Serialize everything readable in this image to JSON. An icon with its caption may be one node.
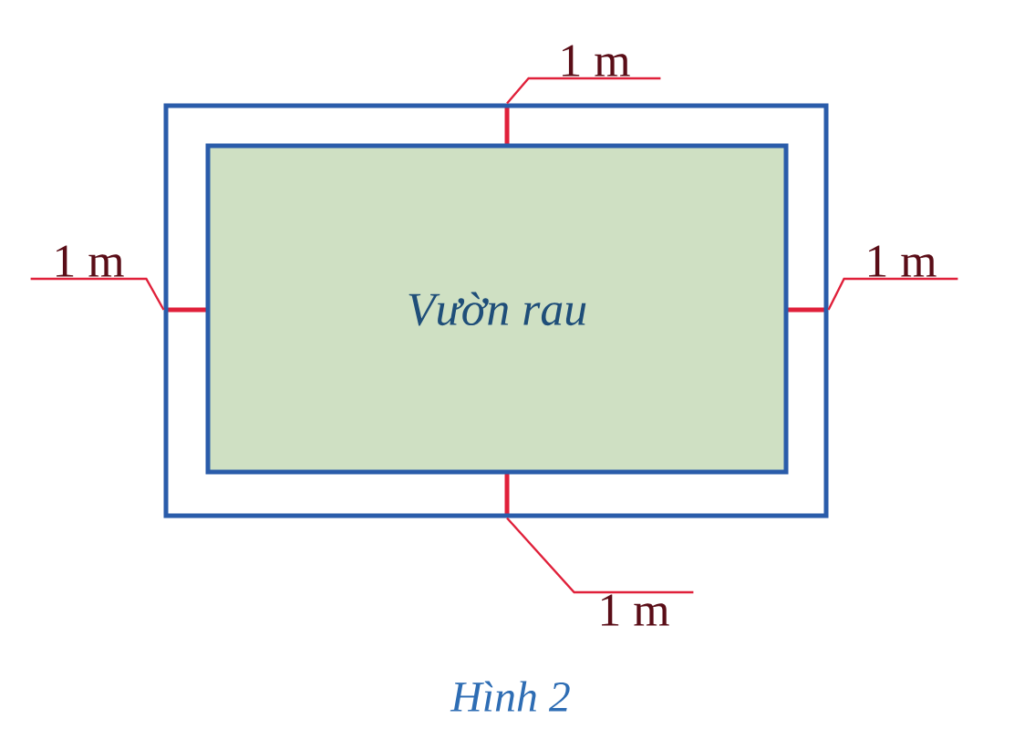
{
  "diagram": {
    "caption": "Hình 2",
    "nodes": [
      {
        "text": [],
        "shape": "box"
      },
      {
        "text": [
          "Vườn rau"
        ],
        "in": 0
      },
      {
        "text": [
          "1 m"
        ]
      },
      {
        "text": [
          "1 m"
        ]
      },
      {
        "text": [
          "1 m"
        ]
      },
      {
        "text": [
          "1 m"
        ]
      }
    ],
    "edges": [
      {
        "from": 2,
        "to": 0,
        "arrow": "none"
      },
      {
        "from": 3,
        "to": 0,
        "arrow": "none"
      },
      {
        "from": 4,
        "to": 0,
        "arrow": "none"
      },
      {
        "from": 5,
        "to": 0,
        "arrow": "none"
      }
    ]
  }
}
